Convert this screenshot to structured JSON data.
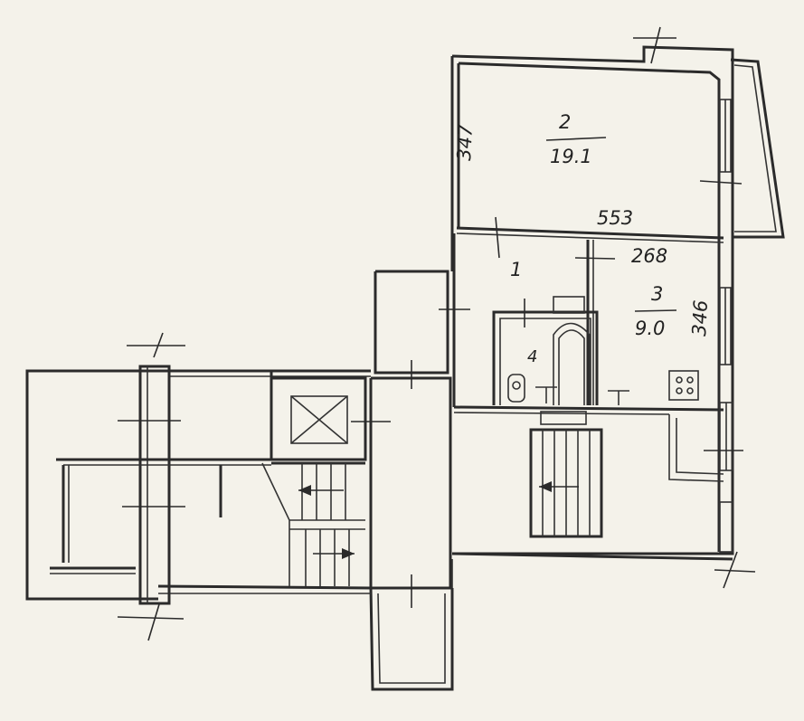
{
  "rooms": [
    {
      "number": "2",
      "area": "19.1"
    },
    {
      "number": "1"
    },
    {
      "number": "3",
      "area": "9.0"
    },
    {
      "number": "4"
    }
  ],
  "dimensions": {
    "room2_depth": "347",
    "room2_width": "553",
    "room3_width": "268",
    "room3_depth": "346"
  },
  "colors": {
    "paper": "#f4f2ea",
    "ink": "#2b2b2b"
  },
  "icons": [
    "elevator-icon",
    "stove-icon",
    "toilet-icon",
    "sink-icon",
    "bathtub-icon",
    "stair-arrow-icon"
  ]
}
